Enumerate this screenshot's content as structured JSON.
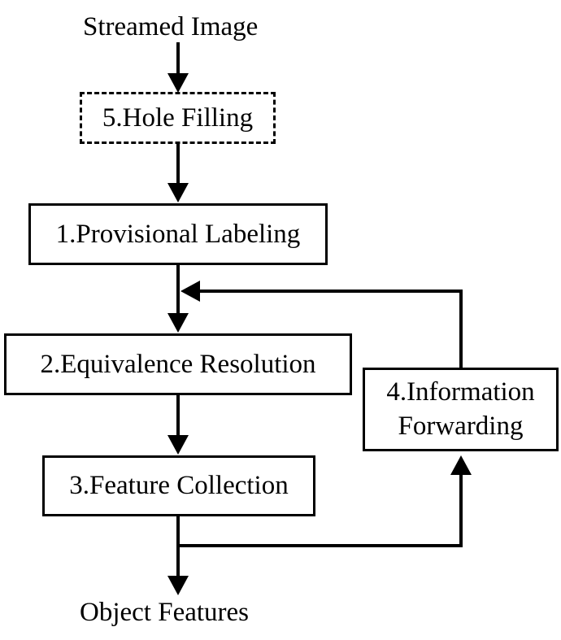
{
  "input_label": "Streamed Image",
  "output_label": "Object Features",
  "steps": {
    "hole_filling": "5.Hole Filling",
    "provisional_labeling": "1.Provisional Labeling",
    "equivalence_resolution": "2.Equivalence Resolution",
    "feature_collection": "3.Feature Collection",
    "information_forwarding_line1": "4.Information",
    "information_forwarding_line2": "Forwarding"
  },
  "colors": {
    "stroke": "#000000",
    "background": "#ffffff"
  }
}
